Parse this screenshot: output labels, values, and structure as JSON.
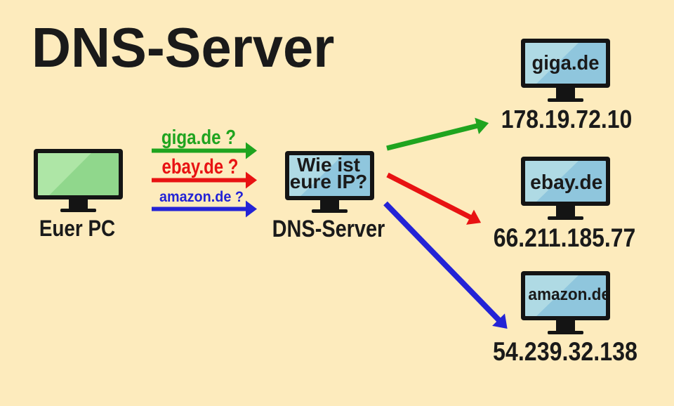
{
  "title": "DNS-Server",
  "client": {
    "label": "Euer PC"
  },
  "dns_server": {
    "screen_line1": "Wie ist",
    "screen_line2": "eure IP?",
    "label": "DNS-Server"
  },
  "requests": [
    {
      "query": "giga.de ?",
      "color": "#1FA41F"
    },
    {
      "query": "ebay.de ?",
      "color": "#E81212"
    },
    {
      "query": "amazon.de ?",
      "color": "#2323D6"
    }
  ],
  "servers": [
    {
      "domain": "giga.de",
      "ip": "178.19.72.10",
      "arrow_color": "#1FA41F"
    },
    {
      "domain": "ebay.de",
      "ip": "66.211.185.77",
      "arrow_color": "#E81212"
    },
    {
      "domain": "amazon.de",
      "ip": "54.239.32.138",
      "arrow_color": "#2323D6"
    }
  ],
  "colors": {
    "background": "#FDEBBD",
    "text": "#1A1A1A",
    "monitor_frame": "#141414",
    "green": "#1FA41F",
    "red": "#E81212",
    "blue": "#2323D6",
    "client_screen_light": "#AEE6A6",
    "client_screen_dark": "#90D78C",
    "server_screen_light": "#AFDAE4",
    "server_screen_dark": "#8FC6DD"
  }
}
